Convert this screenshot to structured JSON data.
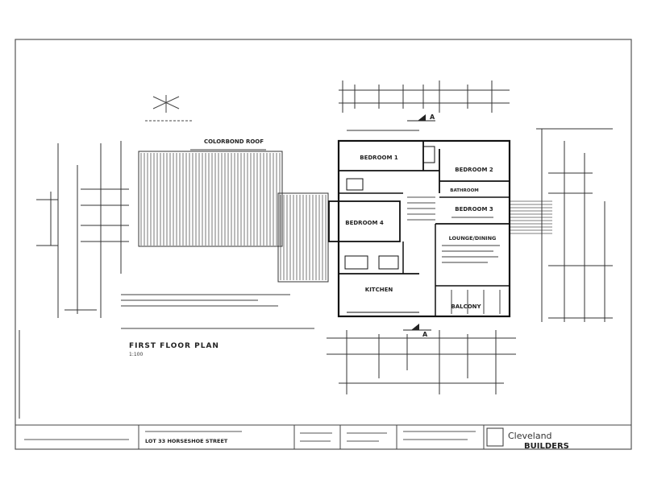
{
  "drawing": {
    "title": "FIRST FLOOR PLAN",
    "scale": "1:100"
  },
  "rooms": {
    "bedroom1": "BEDROOM 1",
    "bedroom2": "BEDROOM 2",
    "bedroom3": "BEDROOM 3",
    "bedroom4": "BEDROOM 4",
    "lounge": "LOUNGE/DINING",
    "kitchen": "KITCHEN",
    "bathroom": "BATHROOM",
    "balcony": "BALCONY"
  },
  "roof": {
    "label": "COLORBOND ROOF"
  },
  "notes": {
    "section_tag": "A"
  },
  "titleblock": {
    "address": "LOT 33 HORSESHOE STREET",
    "company": "Cleveland",
    "company_sub": "BUILDERS"
  }
}
